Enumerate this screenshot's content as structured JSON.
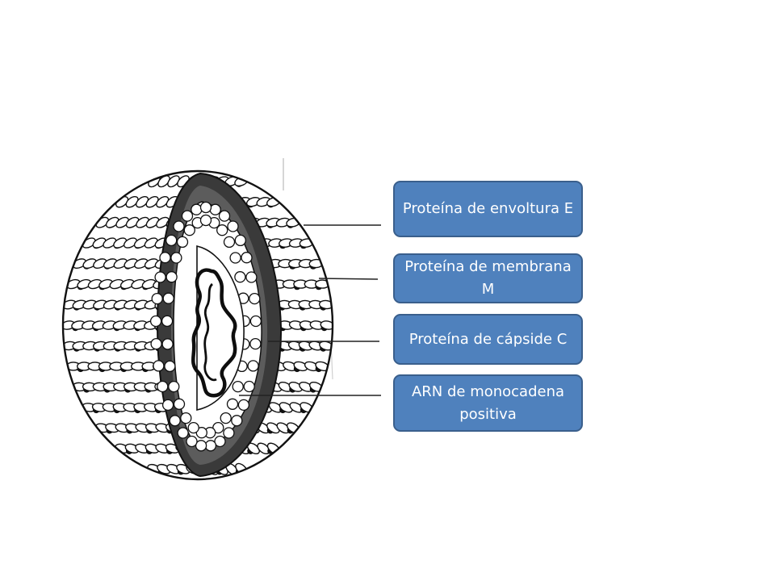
{
  "colors": {
    "box_fill": "#4f81bd",
    "box_border": "#3a5f8c",
    "box_text": "#ffffff",
    "ink": "#111111",
    "shell": "#3a3a3a"
  },
  "labels": [
    {
      "id": "envelope",
      "text": "Proteína de envoltura E"
    },
    {
      "id": "membrane",
      "text": "Proteína de membrana M"
    },
    {
      "id": "capsid",
      "text": "Proteína de cápside C"
    },
    {
      "id": "rna",
      "text": "ARN de monocadena positiva"
    }
  ]
}
